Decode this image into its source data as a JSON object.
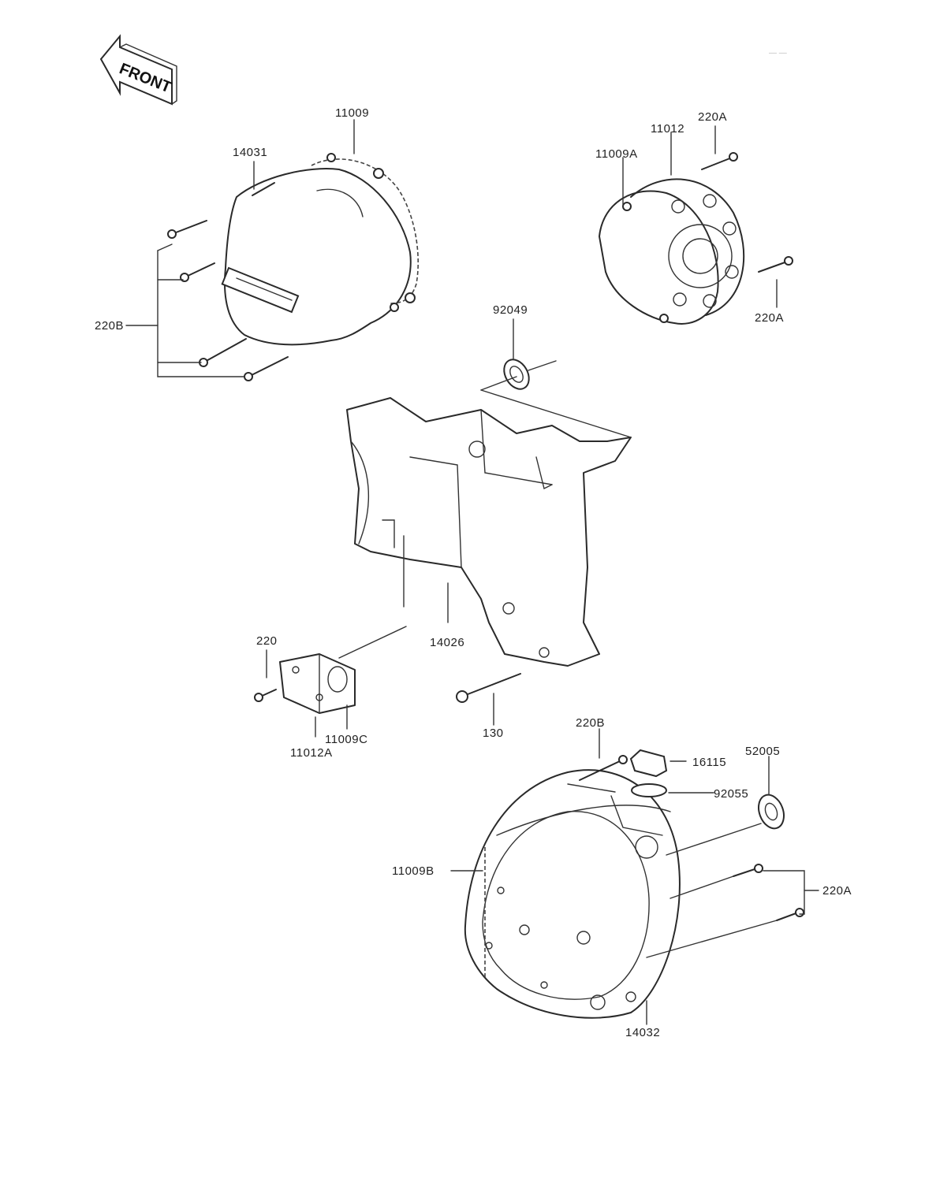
{
  "diagram": {
    "front_marker": "FRONT",
    "page_ref": "—  —",
    "labels": {
      "p11009": "11009",
      "p14031": "14031",
      "p220B_left": "220B",
      "p11012": "11012",
      "p220A_top": "220A",
      "p11009A": "11009A",
      "p220A_mid": "220A",
      "p92049": "92049",
      "p14026": "14026",
      "p220": "220",
      "p11009C": "11009C",
      "p11012A": "11012A",
      "p130": "130",
      "p220B_low": "220B",
      "p16115": "16115",
      "p52005": "52005",
      "p92055": "92055",
      "p11009B": "11009B",
      "p220A_right": "220A",
      "p14032": "14032"
    }
  }
}
